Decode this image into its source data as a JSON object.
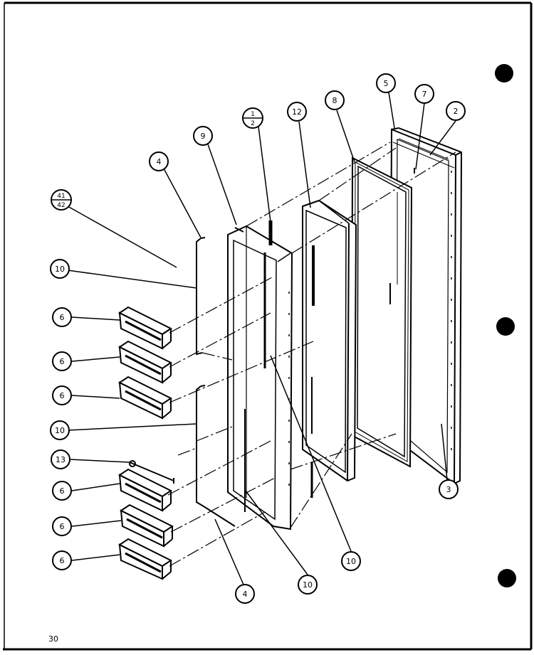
{
  "page_number": "30",
  "callouts": [
    {
      "id": "c-4-top",
      "text": "4"
    },
    {
      "id": "c-41-42",
      "top": "41",
      "bottom": "42"
    },
    {
      "id": "c-10-a",
      "text": "10"
    },
    {
      "id": "c-6-a",
      "text": "6"
    },
    {
      "id": "c-6-b",
      "text": "6"
    },
    {
      "id": "c-6-c",
      "text": "6"
    },
    {
      "id": "c-10-b",
      "text": "10"
    },
    {
      "id": "c-13",
      "text": "13"
    },
    {
      "id": "c-6-d",
      "text": "6"
    },
    {
      "id": "c-6-e",
      "text": "6"
    },
    {
      "id": "c-6-f",
      "text": "6"
    },
    {
      "id": "c-9",
      "text": "9"
    },
    {
      "id": "c-1-2",
      "top": "1",
      "bottom": "2"
    },
    {
      "id": "c-12",
      "text": "12"
    },
    {
      "id": "c-8",
      "text": "8"
    },
    {
      "id": "c-5",
      "text": "5"
    },
    {
      "id": "c-7",
      "text": "7"
    },
    {
      "id": "c-2",
      "text": "2"
    },
    {
      "id": "c-3",
      "text": "3"
    },
    {
      "id": "c-4-bottom",
      "text": "4"
    },
    {
      "id": "c-10-c",
      "text": "10"
    },
    {
      "id": "c-10-d",
      "text": "10"
    }
  ],
  "colors": {
    "ink": "#000000",
    "paper": "#ffffff"
  }
}
